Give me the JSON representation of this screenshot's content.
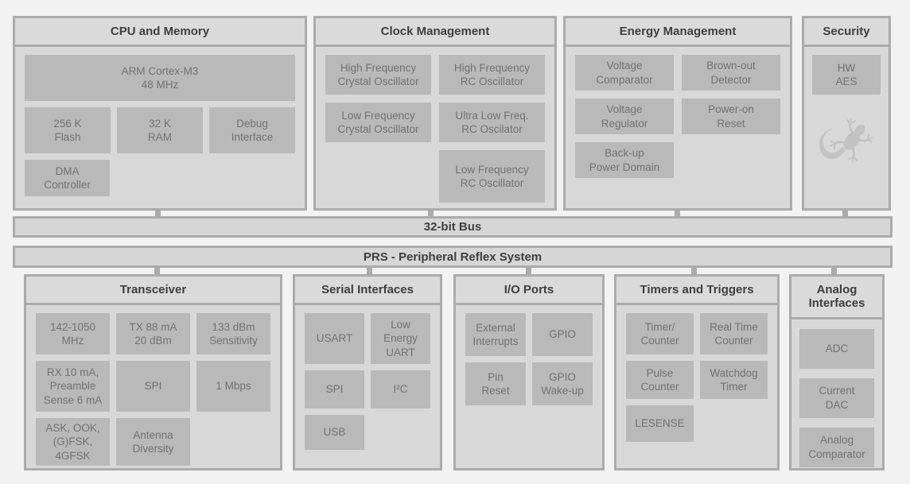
{
  "colors": {
    "page_bg": "#f2f2f2",
    "frame": "#ababab",
    "panel_bg": "#d8d8d8",
    "block_bg": "#b9b9b9",
    "block_text": "#717171",
    "header_text": "#3e3e3e"
  },
  "buses": {
    "bus32": "32-bit Bus",
    "prs": "PRS - Peripheral Reflex System"
  },
  "sections": {
    "cpu": {
      "title": "CPU and Memory",
      "blocks": {
        "arm": "ARM Cortex-M3\n48 MHz",
        "flash": "256 K\nFlash",
        "ram": "32 K\nRAM",
        "debug": "Debug\nInterface",
        "dma": "DMA\nController"
      }
    },
    "clock": {
      "title": "Clock Management",
      "blocks": {
        "hfxo": "High Frequency\nCrystal Oscillator",
        "lfxo": "Low Frequency\nCrystal Oscillator",
        "hfrco": "High Frequency\nRC Oscillator",
        "ulfrco": "Ultra Low Freq.\nRC Oscilator",
        "lfrco": "Low Frequency\nRC Oscillator"
      }
    },
    "energy": {
      "title": "Energy Management",
      "blocks": {
        "vcmp": "Voltage\nComparator",
        "vreg": "Voltage\nRegulator",
        "backup": "Back-up\nPower Domain",
        "bod": "Brown-out\nDetector",
        "por": "Power-on\nReset"
      }
    },
    "security": {
      "title": "Security",
      "icon": "gecko-logo",
      "blocks": {
        "aes": "HW\nAES"
      }
    },
    "transceiver": {
      "title": "Transceiver",
      "blocks": {
        "freq": "142-1050\nMHz",
        "tx": "TX 88 mA\n20 dBm",
        "sens": "133 dBm\nSensitivity",
        "rx": "RX 10 mA,\nPreamble\nSense 6 mA",
        "spi": "SPI",
        "mbps": "1 Mbps",
        "mod": "ASK, OOK,\n(G)FSK,\n4GFSK",
        "antdiv": "Antenna\nDiversity"
      }
    },
    "serial": {
      "title": "Serial Interfaces",
      "blocks": {
        "usart": "USART",
        "leuart": "Low\nEnergy\nUART",
        "spi": "SPI",
        "i2c": "I²C",
        "usb": "USB"
      }
    },
    "io": {
      "title": "I/O Ports",
      "blocks": {
        "extint": "External\nInterrupts",
        "gpio": "GPIO",
        "pinreset": "Pin\nReset",
        "wakeup": "GPIO\nWake-up"
      }
    },
    "timers": {
      "title": "Timers and Triggers",
      "blocks": {
        "timer": "Timer/\nCounter",
        "rtc": "Real Time\nCounter",
        "pulse": "Pulse\nCounter",
        "wdog": "Watchdog\nTimer",
        "lesense": "LESENSE"
      }
    },
    "analog": {
      "title": "Analog Interfaces",
      "blocks": {
        "adc": "ADC",
        "idac": "Current\nDAC",
        "acmp": "Analog\nComparator"
      }
    }
  }
}
